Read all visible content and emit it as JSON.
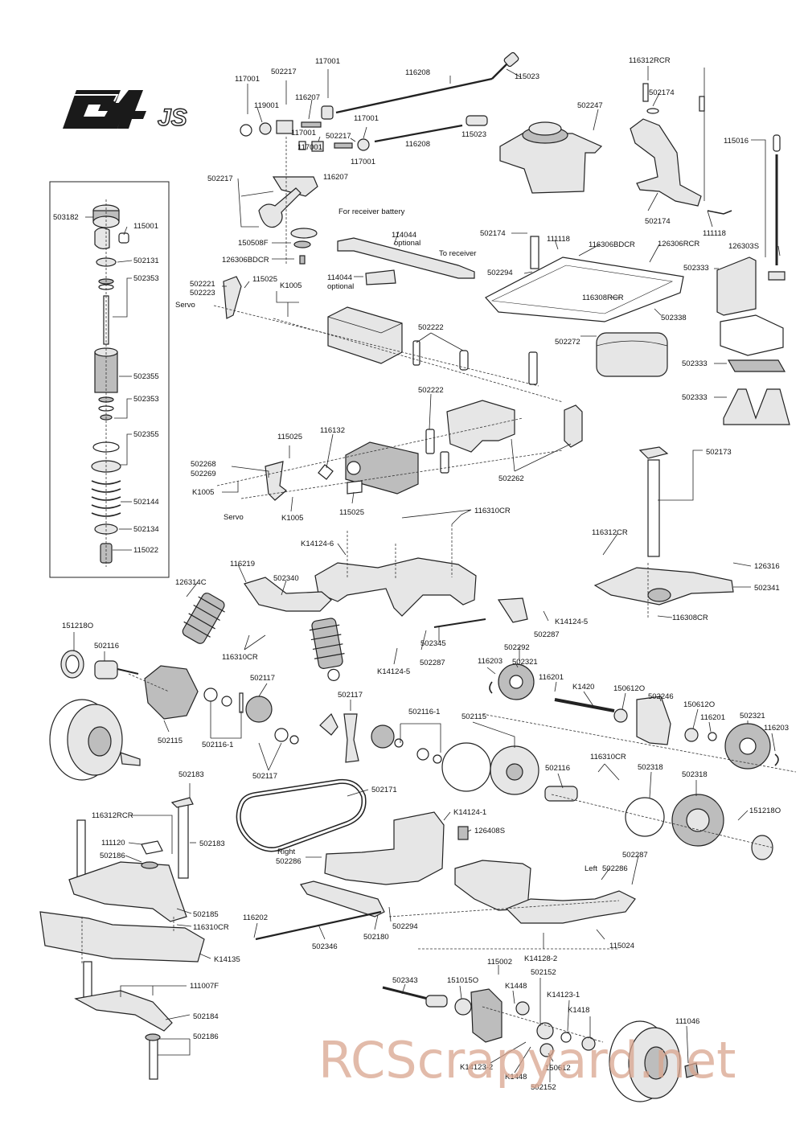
{
  "logo": {
    "big": "G4",
    "small": "JS"
  },
  "watermark": "RCScrapyard.net",
  "notes": [
    {
      "id": "for-receiver-battery",
      "text": "For receiver battery"
    },
    {
      "id": "to-receiver",
      "text": "To receiver"
    },
    {
      "id": "optional-a",
      "text": "optional"
    },
    {
      "id": "optional-b",
      "text": "optional"
    },
    {
      "id": "servo-a",
      "text": "Servo"
    },
    {
      "id": "servo-b",
      "text": "Servo"
    },
    {
      "id": "right",
      "text": "Right"
    },
    {
      "id": "left",
      "text": "Left"
    }
  ],
  "part_labels": [
    "117001",
    "502217",
    "117001",
    "116208",
    "115023",
    "117001",
    "119001",
    "116207",
    "117001",
    "502217",
    "117001",
    "116208",
    "115023",
    "116207",
    "117001",
    "502247",
    "116312RCR",
    "502174",
    "115016",
    "502217",
    "502174",
    "111118",
    "503182",
    "115001",
    "502131",
    "502353",
    "502355",
    "502353",
    "502355",
    "502144",
    "502134",
    "115022",
    "150508F",
    "126306BDCR",
    "115025",
    "502221",
    "502223",
    "K1005",
    "114044",
    "114044",
    "502174",
    "111118",
    "116306BDCR",
    "126306RCR",
    "502294",
    "126303S",
    "502333",
    "116308RCR",
    "502338",
    "502272",
    "502222",
    "502333",
    "502333",
    "502222",
    "502262",
    "115025",
    "116132",
    "502268",
    "502269",
    "K1005",
    "K1005",
    "115025",
    "502173",
    "116310CR",
    "K14124-6",
    "116312CR",
    "126316",
    "502341",
    "116308CR",
    "116219",
    "502340",
    "126314C",
    "116310CR",
    "502345",
    "502287",
    "K14124-5",
    "502287",
    "K14124-5",
    "502292",
    "151218O",
    "502116",
    "116203",
    "502321",
    "116201",
    "K1420",
    "150612O",
    "502246",
    "150612O",
    "116201",
    "502321",
    "116203",
    "502117",
    "502117",
    "502116-1",
    "502115",
    "502115",
    "502116-1",
    "502117",
    "116310CR",
    "502116",
    "502318",
    "502318",
    "151218O",
    "502183",
    "502171",
    "K14124-1",
    "116312RCR",
    "126408S",
    "111120",
    "502183",
    "502186",
    "502286",
    "502286",
    "502287",
    "502185",
    "116310CR",
    "116202",
    "502346",
    "502180",
    "502294",
    "115024",
    "K14135",
    "K14128-2",
    "115002",
    "502343",
    "151015O",
    "K1448",
    "502152",
    "K14123-1",
    "111007F",
    "K1418",
    "502184",
    "111046",
    "502186",
    "K14123-2",
    "150612",
    "K1448",
    "502152"
  ]
}
